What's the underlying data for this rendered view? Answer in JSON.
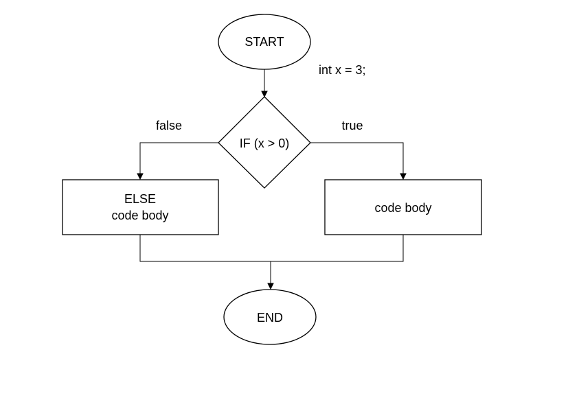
{
  "nodes": {
    "start": {
      "label": "START"
    },
    "decision": {
      "label": "IF (x > 0)"
    },
    "else_box": {
      "line1": "ELSE",
      "line2": "code body"
    },
    "true_box": {
      "label": "code body"
    },
    "end": {
      "label": "END"
    }
  },
  "annotations": {
    "init": "int x = 3;",
    "false_branch": "false",
    "true_branch": "true"
  },
  "colors": {
    "stroke": "#000000",
    "fill": "#ffffff",
    "background": "#ffffff"
  }
}
